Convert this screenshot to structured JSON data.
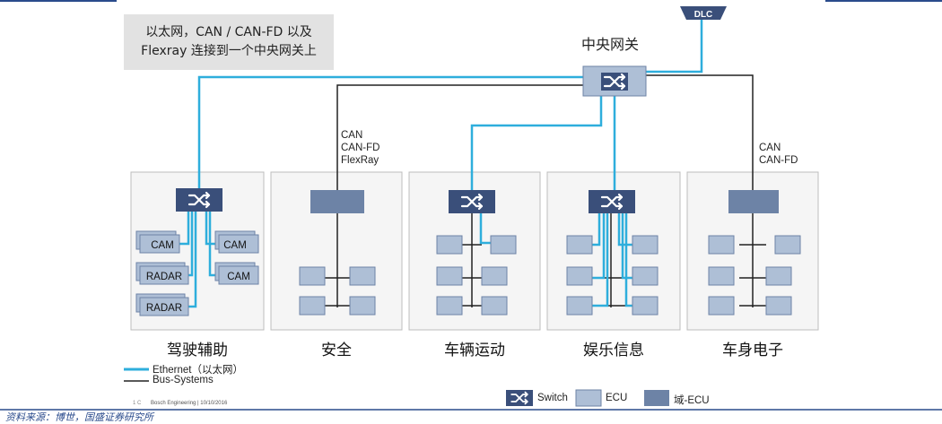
{
  "note": {
    "line1": "以太网，CAN / CAN-FD 以及",
    "line2": "Flexray 连接到一个中央网关上"
  },
  "gateway": {
    "title": "中央网关",
    "dlc": "DLC"
  },
  "bus_labels": {
    "safety": [
      "CAN",
      "CAN-FD",
      "FlexRay"
    ],
    "body": [
      "CAN",
      "CAN-FD"
    ]
  },
  "domains": [
    {
      "label": "驾驶辅助"
    },
    {
      "label": "安全"
    },
    {
      "label": "车辆运动"
    },
    {
      "label": "娱乐信息"
    },
    {
      "label": "车身电子"
    }
  ],
  "adas_ecus": [
    "CAM",
    "CAM",
    "RADAR",
    "CAM",
    "RADAR"
  ],
  "legend": {
    "ethernet": "Ethernet（以太网）",
    "bus": "Bus-Systems",
    "switch": "Switch",
    "ecu": "ECU",
    "domain_ecu": "域-ECU"
  },
  "footer": {
    "index": "1 C",
    "credit": "Bosch Engineering | 10/10/2016",
    "source": "资料来源：博世，国盛证券研究所"
  },
  "colors": {
    "ethernet": "#2eaedc",
    "bus": "#222222",
    "ecu_fill": "#aebfd6",
    "domain_ecu_fill": "#6d83a6",
    "switch_fill": "#3a4f7a",
    "panel_border": "#bdbdbd"
  }
}
